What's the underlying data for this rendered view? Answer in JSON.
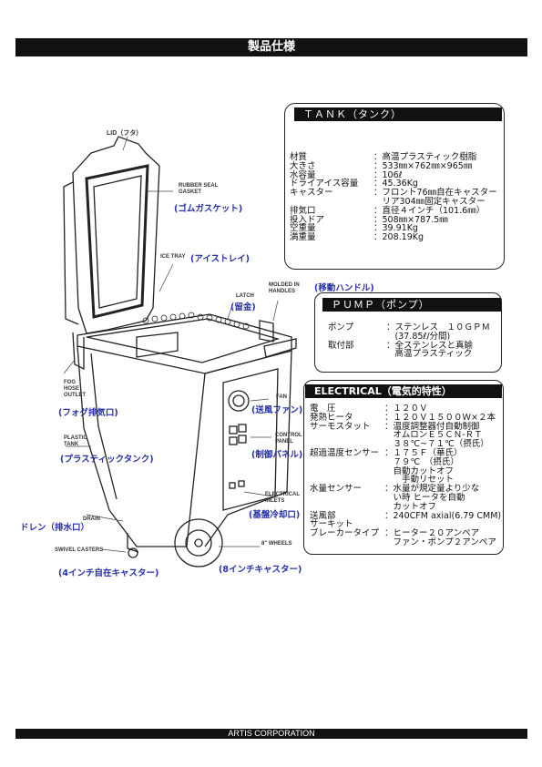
{
  "header": {
    "title": "製品仕様"
  },
  "footer": {
    "text": "ARTIS CORPORATION"
  },
  "tank": {
    "title": "ＴＡＮＫ（タンク）",
    "rows": [
      {
        "k": "材質",
        "v": "：高温プラスティック樹脂"
      },
      {
        "k": "大きさ",
        "v": "：533㎜×762㎜×965㎜"
      },
      {
        "k": "水容量",
        "v": "：106ℓ"
      },
      {
        "k": "ドライアイス容量",
        "v": "：45.36Kg"
      },
      {
        "k": "キャスター",
        "v": "：フロント76㎜自在キャスター"
      },
      {
        "k": "",
        "v": "　リア304㎜固定キャスター"
      },
      {
        "k": "排気口",
        "v": "：直径４インチ（101.6㎜）"
      },
      {
        "k": "投入ドア",
        "v": "：508㎜×787.5㎜"
      },
      {
        "k": "空重量",
        "v": "：39.91Kg"
      },
      {
        "k": "満重量",
        "v": "：208.19Kg"
      }
    ]
  },
  "pump": {
    "title": "ＰＵＭＰ（ポンプ）",
    "rows": [
      {
        "k": "ポンプ",
        "v": "：ステンレス　１０ＧＰＭ"
      },
      {
        "k": "",
        "v": "　(37.85ℓ/分間)"
      },
      {
        "k": "取付部",
        "v": "：全ステンレスと真鍮"
      },
      {
        "k": "",
        "v": "　高温プラスティック"
      }
    ]
  },
  "electrical": {
    "title": "ELECTRICAL（電気的特性）",
    "rows": [
      {
        "k": "電　圧",
        "v": "：１２０Ｖ"
      },
      {
        "k": "発熱ヒータ",
        "v": "：１２０Ｖ１５００Ｗ×２本"
      },
      {
        "k": "サーモスタット",
        "v": "：温度調整器付自動制御"
      },
      {
        "k": "",
        "v": "　オムロンＥ５ＣＮ-ＲＴ"
      },
      {
        "k": "",
        "v": "　３８℃~７１℃（摂氏）"
      },
      {
        "k": "超過温度センサー",
        "v": "：１７５Ｆ（華氏）"
      },
      {
        "k": "",
        "v": "　７９℃　（摂氏）"
      },
      {
        "k": "",
        "v": "　自動カットオフ"
      },
      {
        "k": "",
        "v": "　　手動リセット"
      },
      {
        "k": "水量センサー",
        "v": "：水量が規定量より少な"
      },
      {
        "k": "",
        "v": "　い時 ヒータを自動"
      },
      {
        "k": "",
        "v": "　カットオフ"
      },
      {
        "k": "送風部",
        "v": "：240CFM axial(6.79 CMM)"
      },
      {
        "k": "サーキット",
        "v": ""
      },
      {
        "k": "ブレーカータイプ",
        "v": "：ヒーター２０アンペア"
      },
      {
        "k": "",
        "v": "　ファン・ポンプ２アンペア"
      }
    ]
  },
  "labels": {
    "lid": "LID（フタ）",
    "gasket_en": "RUBBER SEAL\nGASKET",
    "gasket_jp": "(ゴムガスケット)",
    "icetray_en": "ICE TRAY",
    "icetray_jp": "(アイストレイ)",
    "latch_en": "LATCH",
    "latch_jp": "(留金)",
    "handles_en": "MOLDED IN\nHANDLES",
    "handles_jp": "(移動ハンドル)",
    "fog_en": "FOG\nHOSE\nOUTLET",
    "fog_jp": "(フォグ排気口)",
    "fan_en": "FAN",
    "fan_jp": "(送風ファン)",
    "tank_en": "PLASTIC\nTANK",
    "tank_jp": "(プラスティックタンク)",
    "panel_en": "CONTROL\nPANEL",
    "panel_jp": "(制御パネル)",
    "inlets_en": "ELECTRICAL\nINLETS",
    "inlets_jp": "(基盤冷却口)",
    "drain_en": "DRAIN",
    "drain_jp": "ドレン（排水口）",
    "wheels_en": "8\" WHEELS",
    "wheels_jp": "(8インチキャスター)",
    "casters_en": "SWIVEL CASTERS",
    "casters_jp": "(4インチ自在キャスター)"
  }
}
